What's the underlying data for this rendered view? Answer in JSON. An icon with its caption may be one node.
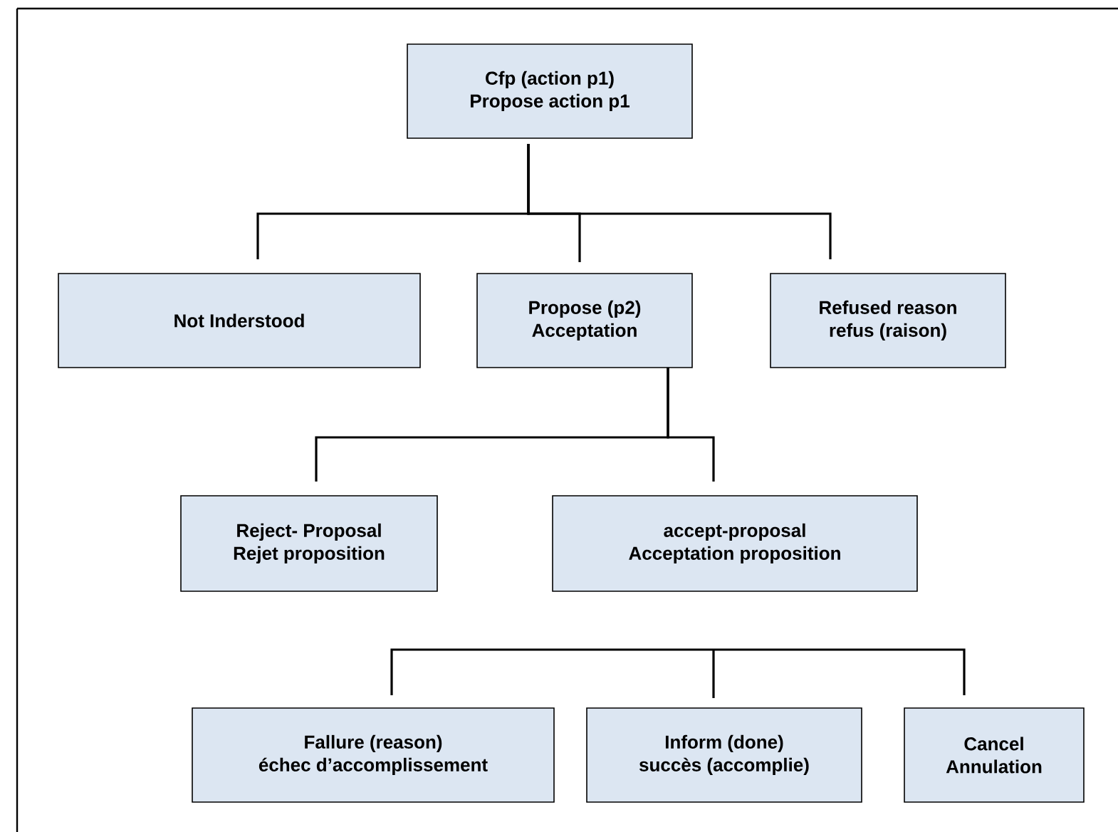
{
  "diagram": {
    "nodes": [
      {
        "text": [
          "Cfp (action p1)",
          "Propose action p1"
        ]
      },
      {
        "text": [
          "Not Inderstood"
        ]
      },
      {
        "text": [
          "Propose (p2)",
          "Acceptation"
        ]
      },
      {
        "text": [
          "Refused reason",
          "refus (raison)"
        ]
      },
      {
        "text": [
          "Reject- Proposal",
          "Rejet proposition"
        ]
      },
      {
        "text": [
          "accept-proposal",
          "Acceptation proposition"
        ]
      },
      {
        "text": [
          "Fallure (reason)",
          "échec d’accomplissement"
        ]
      },
      {
        "text": [
          "Inform (done)",
          "succès (accomplie)"
        ]
      },
      {
        "text": [
          "Cancel",
          "Annulation"
        ]
      }
    ],
    "edges": [
      {
        "from": 0,
        "to": 1,
        "arrow": "none"
      },
      {
        "from": 0,
        "to": 2,
        "arrow": "none"
      },
      {
        "from": 0,
        "to": 3,
        "arrow": "none"
      },
      {
        "from": 2,
        "to": 4,
        "arrow": "none"
      },
      {
        "from": 2,
        "to": 5,
        "arrow": "none"
      },
      {
        "from": 5,
        "to": 6,
        "arrow": "none"
      },
      {
        "from": 5,
        "to": 7,
        "arrow": "none"
      },
      {
        "from": 5,
        "to": 8,
        "arrow": "none"
      }
    ]
  }
}
